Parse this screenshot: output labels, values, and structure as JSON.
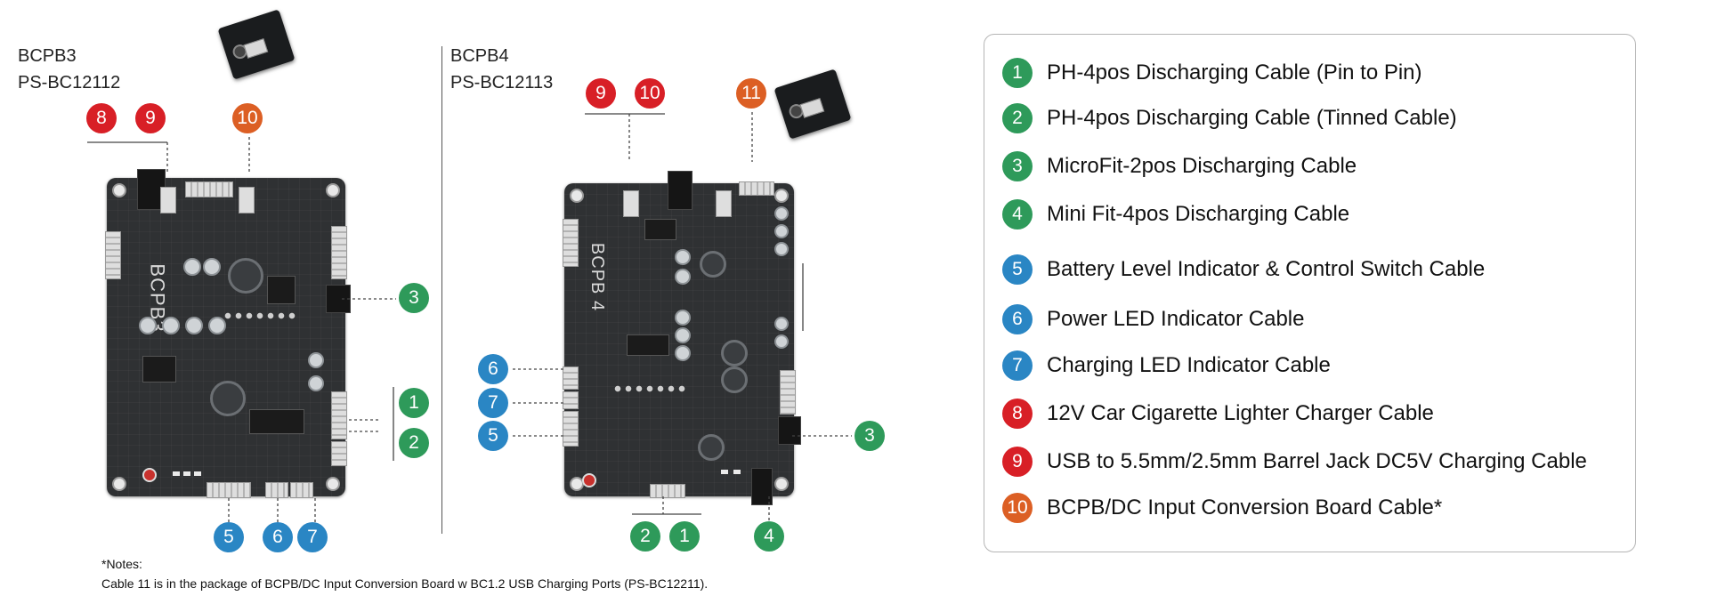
{
  "boards": {
    "bcpb3": {
      "name": "BCPB3",
      "part": "PS-BC12112",
      "silk": "BCPB3"
    },
    "bcpb4": {
      "name": "BCPB4",
      "part": "PS-BC12113",
      "silk": "BCPB 4"
    }
  },
  "callouts": {
    "bcpb3": [
      "8",
      "9",
      "10",
      "3",
      "1",
      "2",
      "5",
      "6",
      "7"
    ],
    "bcpb4": [
      "9",
      "10",
      "11",
      "6",
      "7",
      "5",
      "3",
      "2",
      "1",
      "4"
    ]
  },
  "legend": [
    {
      "num": "1",
      "color": "#2e9a5a",
      "text": "PH-4pos Discharging Cable (Pin to Pin)"
    },
    {
      "num": "2",
      "color": "#2e9a5a",
      "text": "PH-4pos Discharging Cable (Tinned Cable)"
    },
    {
      "num": "3",
      "color": "#2e9a5a",
      "text": "MicroFit-2pos Discharging Cable"
    },
    {
      "num": "4",
      "color": "#2e9a5a",
      "text": "Mini Fit-4pos Discharging Cable"
    },
    {
      "num": "5",
      "color": "#2a86c4",
      "text": "Battery Level Indicator & Control Switch Cable"
    },
    {
      "num": "6",
      "color": "#2a86c4",
      "text": "Power LED Indicator Cable"
    },
    {
      "num": "7",
      "color": "#2a86c4",
      "text": "Charging LED Indicator Cable"
    },
    {
      "num": "8",
      "color": "#d81f26",
      "text": "12V Car Cigarette Lighter Charger Cable"
    },
    {
      "num": "9",
      "color": "#d81f26",
      "text": "USB to 5.5mm/2.5mm Barrel Jack DC5V Charging Cable"
    },
    {
      "num": "10",
      "color": "#dc5f24",
      "text": "BCPB/DC Input Conversion Board Cable*"
    }
  ],
  "notes": {
    "heading": "*Notes:",
    "body": "Cable 11 is in the package of BCPB/DC Input Conversion Board w BC1.2 USB Charging Ports (PS-BC12211)."
  }
}
